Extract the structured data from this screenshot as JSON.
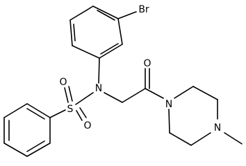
{
  "molecule": {
    "atoms": {
      "br": "Br",
      "n_sulfonamide": "N",
      "s": "S",
      "o_sulfonyl_top": "O",
      "o_sulfonyl_bottom": "O",
      "o_carbonyl": "O",
      "n_piperazine_amide": "N",
      "n_piperazine_methyl": "N"
    },
    "colors": {
      "bond": "#000000",
      "label": "#000000",
      "background": "#ffffff"
    }
  }
}
